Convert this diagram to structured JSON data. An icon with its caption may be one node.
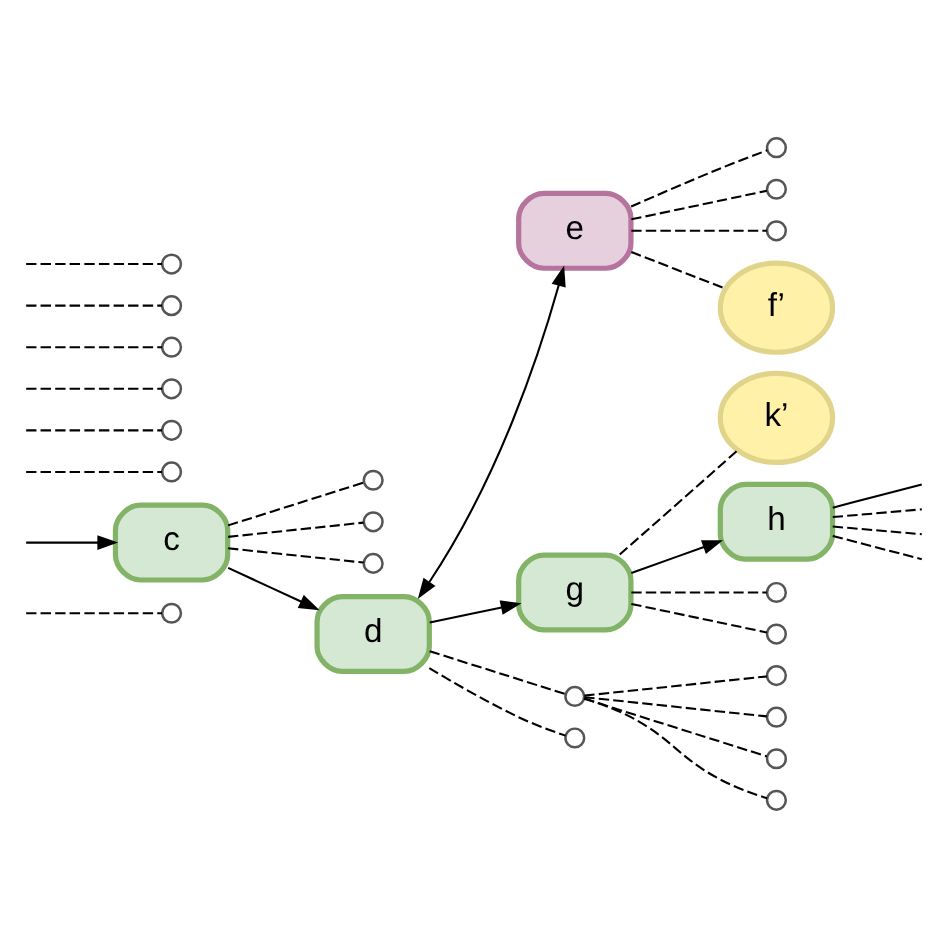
{
  "diagram": {
    "nodes": [
      {
        "text": [],
        "shape": "circle"
      },
      {
        "text": [
          "c"
        ]
      },
      {
        "text": [],
        "shape": "circle"
      },
      {
        "text": [],
        "shape": "circle"
      },
      {
        "text": [],
        "shape": "circle"
      },
      {
        "text": [],
        "shape": "circle"
      },
      {
        "text": [],
        "shape": "circle"
      },
      {
        "text": [
          "d"
        ]
      },
      {
        "text": [
          "e"
        ]
      },
      {
        "text": [],
        "shape": "circle"
      },
      {
        "text": [],
        "shape": "circle"
      },
      {
        "text": [],
        "shape": "circle"
      },
      {
        "text": [
          "f’"
        ]
      },
      {
        "text": [
          "k’"
        ]
      },
      {
        "text": [
          "g"
        ]
      },
      {
        "text": [
          "h"
        ]
      },
      {
        "text": [],
        "shape": "circle"
      },
      {
        "text": [],
        "shape": "circle"
      },
      {
        "text": [],
        "shape": "circle"
      },
      {
        "text": [],
        "shape": "circle"
      },
      {
        "text": [],
        "shape": "circle"
      },
      {
        "text": [],
        "shape": "circle"
      },
      {
        "text": [],
        "shape": "circle"
      },
      {
        "text": [],
        "shape": "circle"
      },
      {
        "text": [],
        "shape": "circle"
      },
      {
        "text": [],
        "shape": "circle"
      },
      {
        "text": [],
        "shape": "circle"
      },
      {
        "text": [],
        "shape": "circle"
      }
    ],
    "edges": [
      {
        "from": null,
        "to": 0,
        "arrow": "none",
        "style": "dashed"
      },
      {
        "from": null,
        "to": 1,
        "arrow": "to"
      },
      {
        "from": 1,
        "to": 2,
        "arrow": "none",
        "style": "dashed"
      },
      {
        "from": 1,
        "to": 3,
        "arrow": "none",
        "style": "dashed"
      },
      {
        "from": null,
        "to": 4,
        "arrow": "none",
        "style": "dashed"
      },
      {
        "from": null,
        "to": 5,
        "arrow": "none",
        "style": "dashed"
      },
      {
        "from": 1,
        "to": 6,
        "arrow": "none",
        "style": "dashed"
      },
      {
        "from": 1,
        "to": 7,
        "arrow": "to"
      },
      {
        "from": 7,
        "to": 8,
        "arrow": "both"
      },
      {
        "from": 8,
        "to": 9,
        "arrow": "none",
        "style": "dashed"
      },
      {
        "from": 8,
        "to": 10,
        "arrow": "none",
        "style": "dashed"
      },
      {
        "from": 8,
        "to": 11,
        "arrow": "none",
        "style": "dashed"
      },
      {
        "from": 8,
        "to": 12,
        "arrow": "none",
        "style": "dashed"
      },
      {
        "from": 7,
        "to": 14,
        "arrow": "to"
      },
      {
        "from": 14,
        "to": 13,
        "arrow": "none",
        "style": "dashed"
      },
      {
        "from": 14,
        "to": 15,
        "arrow": "to"
      },
      {
        "from": 15,
        "to": null,
        "arrow": "none"
      },
      {
        "from": 15,
        "to": null,
        "arrow": "none",
        "style": "dashed"
      },
      {
        "from": 15,
        "to": null,
        "arrow": "none",
        "style": "dashed"
      },
      {
        "from": 15,
        "to": null,
        "arrow": "none",
        "style": "dashed"
      },
      {
        "from": 14,
        "to": 16,
        "arrow": "none",
        "style": "dashed"
      },
      {
        "from": 14,
        "to": 17,
        "arrow": "none",
        "style": "dashed"
      },
      {
        "from": null,
        "to": 18,
        "arrow": "none",
        "style": "dashed"
      },
      {
        "from": null,
        "to": 19,
        "arrow": "none",
        "style": "dashed"
      },
      {
        "from": null,
        "to": 20,
        "arrow": "none",
        "style": "dashed"
      },
      {
        "from": null,
        "to": 21,
        "arrow": "none",
        "style": "dashed"
      },
      {
        "from": 7,
        "to": 22,
        "arrow": "none",
        "style": "dashed"
      },
      {
        "from": 22,
        "to": 23,
        "arrow": "none",
        "style": "dashed"
      },
      {
        "from": 22,
        "to": 24,
        "arrow": "none",
        "style": "dashed"
      },
      {
        "from": 22,
        "to": 25,
        "arrow": "none",
        "style": "dashed"
      },
      {
        "from": 22,
        "to": 26,
        "arrow": "none",
        "style": "dashed"
      },
      {
        "from": 7,
        "to": 27,
        "arrow": "none",
        "style": "dashed"
      }
    ]
  }
}
